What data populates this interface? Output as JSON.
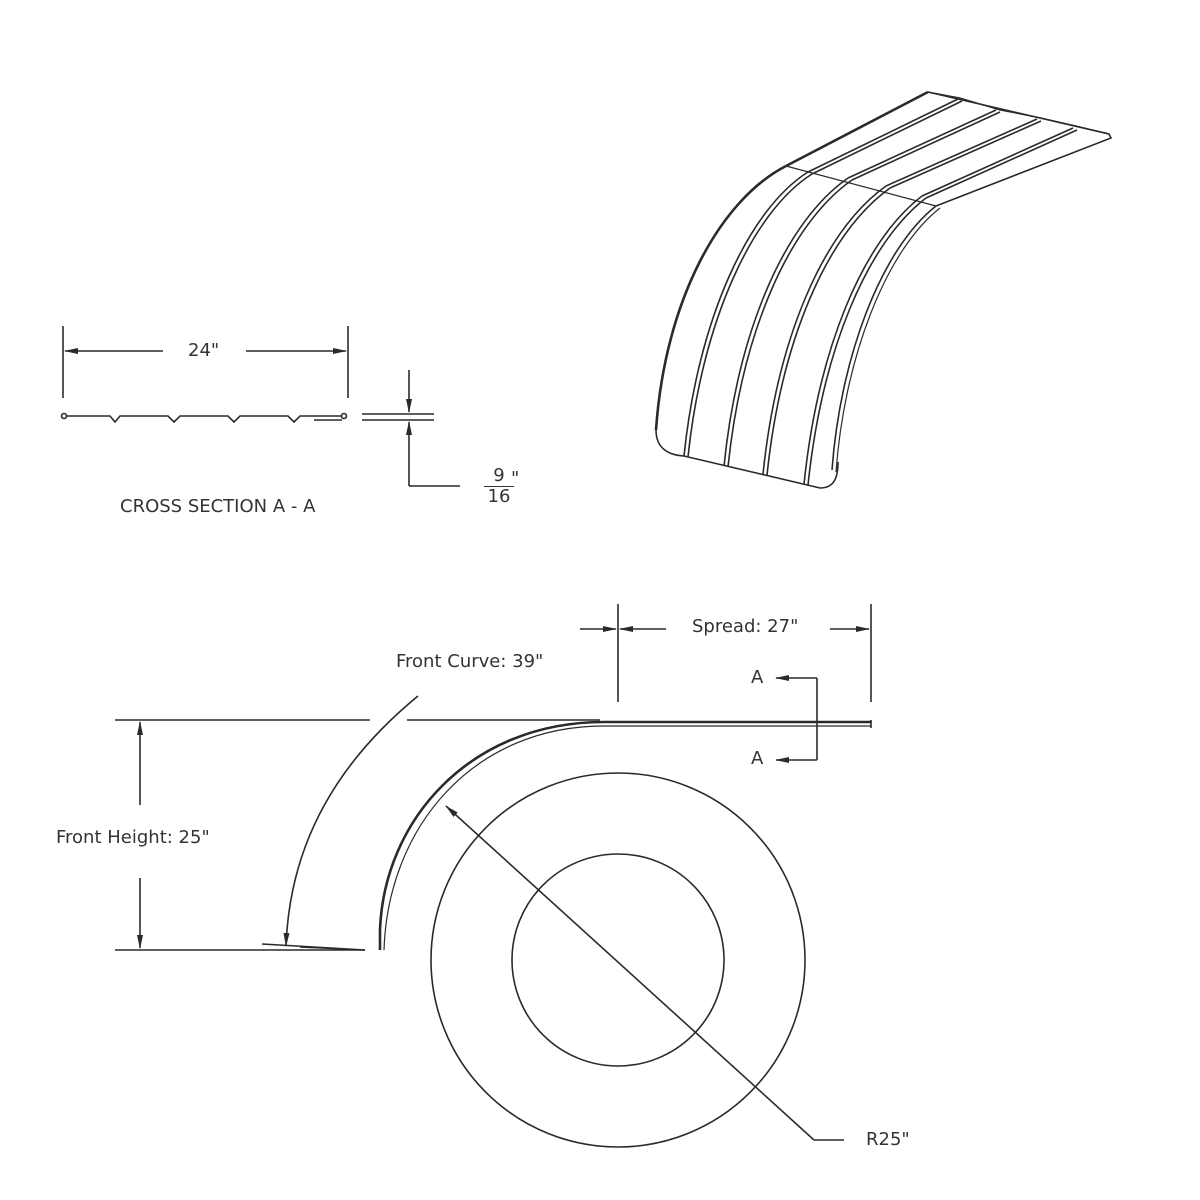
{
  "drawing": {
    "cross_section": {
      "title": "CROSS SECTION A - A",
      "width_dim": "24\"",
      "thickness_num": "9",
      "thickness_den": "16",
      "thickness_unit": "\""
    },
    "side_view": {
      "spread": "Spread: 27\"",
      "front_curve": "Front Curve: 39\"",
      "front_height": "Front Height: 25\"",
      "radius": "R25\"",
      "section_marker_top": "A",
      "section_marker_bottom": "A"
    },
    "isometric_view": {
      "description": "fender-isometric"
    },
    "colors": {
      "line": "#2a2a2a",
      "text": "#333333",
      "background": "#ffffff"
    }
  }
}
